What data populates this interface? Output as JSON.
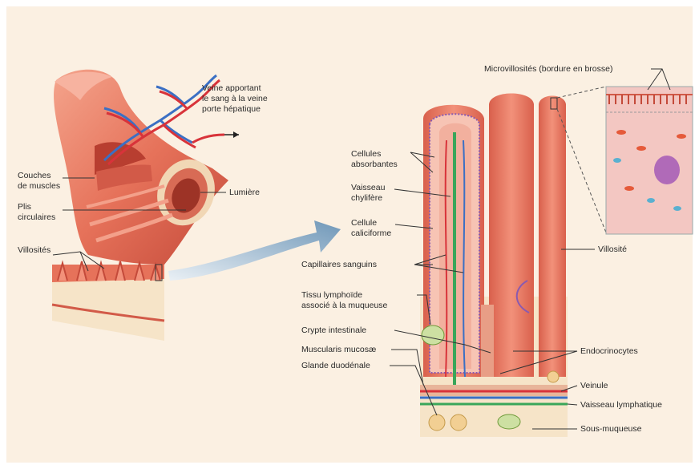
{
  "colors": {
    "background": "#fbf0e2",
    "intestine_outer": "#e6725a",
    "intestine_dark": "#c44a3a",
    "intestine_light": "#f4a48c",
    "submucosa": "#f6e4c8",
    "vein": "#3b6fc4",
    "artery": "#d8333a",
    "lymph": "#3aa65a",
    "arrow": "#7fa3bf",
    "cell_purple": "#8a5ab0",
    "label_line": "#333333"
  },
  "labels": {
    "veine_porte": "Veine apportant\nle sang à la veine\nporte hépatique",
    "couches_muscles": "Couches\nde muscles",
    "lumiere": "Lumière",
    "plis_circulaires": "Plis\ncirculaires",
    "villosites": "Villosités",
    "microvillosites": "Microvillosités (bordure en brosse)",
    "cellules_absorbantes": "Cellules\nabsorbantes",
    "vaisseau_chylifere": "Vaisseau\nchylifère",
    "cellule_caliciforme": "Cellule\ncaliciforme",
    "villosite": "Villosité",
    "capillaires_sanguins": "Capillaires sanguins",
    "tissu_lymphoide": "Tissu lymphoïde\nassocié à la muqueuse",
    "crypte_intestinale": "Crypte intestinale",
    "muscularis_mucosae": "Muscularis mucosæ",
    "glande_duodenale": "Glande duodénale",
    "endocrinocytes": "Endocrinocytes",
    "veinule": "Veinule",
    "vaisseau_lymphatique": "Vaisseau lymphatique",
    "sous_muqueuse": "Sous-muqueuse"
  }
}
